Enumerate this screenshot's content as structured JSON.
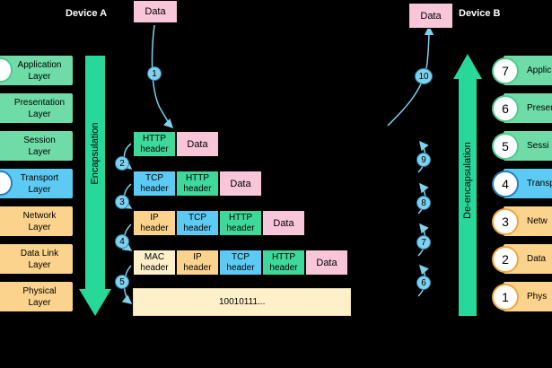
{
  "device_a": {
    "title": "Device A",
    "data_label": "Data",
    "process_label": "Encapsulation",
    "layers": [
      {
        "line1": "Application",
        "line2": "Layer"
      },
      {
        "line1": "Presentation",
        "line2": "Layer"
      },
      {
        "line1": "Session",
        "line2": "Layer"
      },
      {
        "line1": "Transport",
        "line2": "Layer"
      },
      {
        "line1": "Network",
        "line2": "Layer"
      },
      {
        "line1": "Data Link",
        "line2": "Layer"
      },
      {
        "line1": "Physical",
        "line2": "Layer"
      }
    ]
  },
  "device_b": {
    "title": "Device B",
    "data_label": "Data",
    "process_label": "De-encapsulation",
    "layers": [
      {
        "number": "7",
        "line1": "Applic"
      },
      {
        "number": "6",
        "line1": "Presen"
      },
      {
        "number": "5",
        "line1": "Sessi"
      },
      {
        "number": "4",
        "line1": "Transp"
      },
      {
        "number": "3",
        "line1": "Netw"
      },
      {
        "number": "2",
        "line1": "Data"
      },
      {
        "number": "1",
        "line1": "Phys"
      }
    ]
  },
  "pdus": {
    "row1": {
      "http_l1": "HTTP",
      "http_l2": "header",
      "data": "Data"
    },
    "row2": {
      "tcp_l1": "TCP",
      "tcp_l2": "header",
      "http_l1": "HTTP",
      "http_l2": "header",
      "data": "Data"
    },
    "row3": {
      "ip_l1": "IP",
      "ip_l2": "header",
      "tcp_l1": "TCP",
      "tcp_l2": "header",
      "http_l1": "HTTP",
      "http_l2": "header",
      "data": "Data"
    },
    "row4": {
      "mac_l1": "MAC",
      "mac_l2": "header",
      "ip_l1": "IP",
      "ip_l2": "header",
      "tcp_l1": "TCP",
      "tcp_l2": "header",
      "http_l1": "HTTP",
      "http_l2": "header",
      "data": "Data"
    },
    "bits": "10010111..."
  },
  "steps": [
    "1",
    "2",
    "3",
    "4",
    "5",
    "6",
    "7",
    "8",
    "9",
    "10"
  ],
  "colors": {
    "application": "#6fdca8",
    "presentation": "#6fdca8",
    "session": "#6fdca8",
    "transport": "#5ccaf2",
    "network": "#fbd38d",
    "data_link": "#fbd38d",
    "physical": "#fbd38d",
    "http": "#3ed89a",
    "tcp": "#5ccaf2",
    "ip": "#fbd38d",
    "mac": "#fef0c9",
    "data": "#f8c5d9",
    "bits": "#fef0c9",
    "arrow": "#27d89a",
    "step": "#7fd1ee"
  }
}
